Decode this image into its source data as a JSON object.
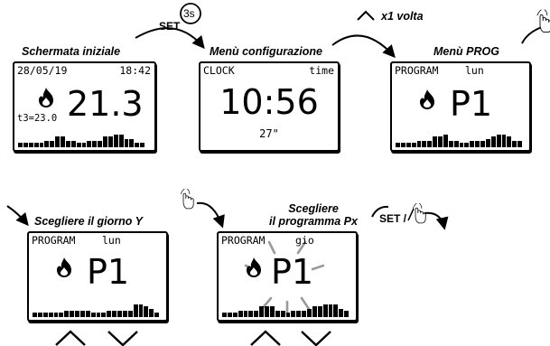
{
  "colors": {
    "ink": "#000000",
    "ray": "#9a9a9a",
    "paper": "#ffffff"
  },
  "captions": {
    "schermata_iniziale": "Schermata iniziale",
    "menu_configurazione": "Menù configurazione",
    "menu_prog": "Menù PROG",
    "scegliere_giorno": "Scegliere il giorno Y",
    "scegliere_programma_line1": "Scegliere",
    "scegliere_programma_line2": "il programma Px"
  },
  "controls": {
    "set_label": "SET",
    "set_hold_label": "3s",
    "x1_volta": "x1 volta",
    "set_touch_label": "SET /"
  },
  "icons": [
    "flame-icon",
    "hand-touch-icon",
    "up-arrow-icon",
    "down-arrow-icon",
    "arrow-icon"
  ],
  "screens": {
    "home": {
      "date": "28/05/19",
      "time": "18:42",
      "temperature": "21.3",
      "setpoint": "t3=23.0",
      "profile": [
        2,
        2,
        2,
        2,
        2,
        3,
        3,
        5,
        5,
        3,
        3,
        2,
        2,
        3,
        3,
        3,
        5,
        5,
        6,
        6,
        4,
        4,
        2,
        2
      ]
    },
    "clock": {
      "label": "CLOCK",
      "mode": "time",
      "clock": "10:56",
      "seconds": "27\""
    },
    "prog1": {
      "label": "PROGRAM",
      "day": "lun",
      "program": "P1",
      "profile": [
        2,
        2,
        2,
        2,
        3,
        3,
        3,
        5,
        5,
        6,
        3,
        3,
        2,
        2,
        3,
        3,
        3,
        4,
        5,
        6,
        6,
        5,
        3,
        3
      ]
    },
    "prog2": {
      "label": "PROGRAM",
      "day": "lun",
      "program": "P1",
      "profile": [
        2,
        2,
        2,
        2,
        2,
        2,
        3,
        3,
        3,
        3,
        3,
        2,
        2,
        2,
        3,
        3,
        3,
        3,
        3,
        6,
        6,
        5,
        4,
        2
      ]
    },
    "prog3": {
      "label": "PROGRAM",
      "day": "gio",
      "program": "P1",
      "profile": [
        2,
        2,
        2,
        3,
        3,
        3,
        3,
        5,
        5,
        5,
        3,
        3,
        2,
        3,
        3,
        3,
        4,
        5,
        5,
        6,
        6,
        6,
        4,
        3
      ]
    }
  }
}
